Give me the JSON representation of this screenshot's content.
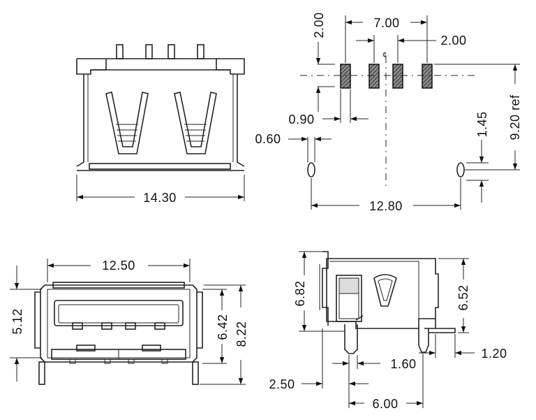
{
  "top_view": {
    "width": "14.30"
  },
  "footprint": {
    "pad_offset": "2.00",
    "pitch_outer": "7.00",
    "pitch_inner": "2.00",
    "center_mark": "¢",
    "pad_width": "0.90",
    "hole_width": "0.60",
    "hole_offset": "1.45",
    "ref_height": "9.20 ref",
    "hole_spacing": "12.80"
  },
  "front_view": {
    "width": "12.50",
    "height_a": "5.12",
    "height_b": "6.42",
    "height_c": "8.22"
  },
  "side_view": {
    "height_a": "6.82",
    "height_b": "6.52",
    "tab": "1.20",
    "lead_offset": "1.60",
    "left_offset": "2.50",
    "lead_span": "6.00"
  }
}
